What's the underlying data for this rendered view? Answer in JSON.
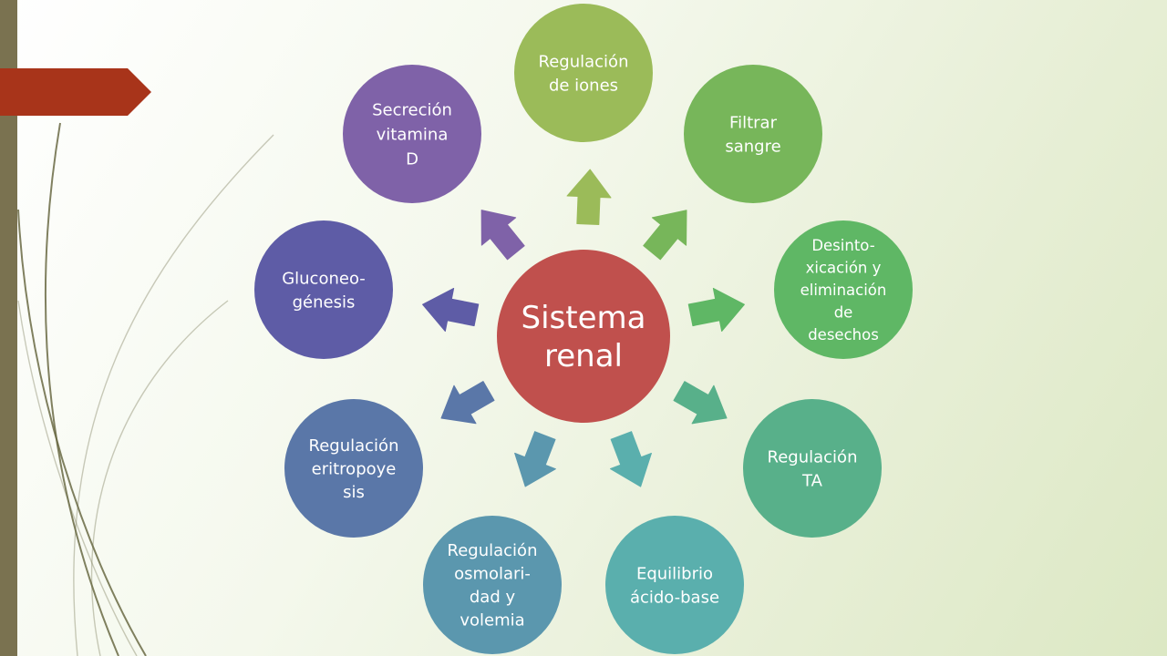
{
  "center": {
    "label_lines": [
      "Sistema",
      "renal"
    ],
    "color": "#c0504d"
  },
  "nodes": [
    {
      "id": "regulacion-iones",
      "label_lines": [
        "Regulación",
        "de iones"
      ],
      "color": "#9bbb59"
    },
    {
      "id": "filtrar-sangre",
      "label_lines": [
        "Filtrar",
        "sangre"
      ],
      "color": "#77b65a"
    },
    {
      "id": "desintoxicacion",
      "label_lines": [
        "Desinto-",
        "xicación y",
        "eliminación",
        "de",
        "desechos"
      ],
      "color": "#5fb765"
    },
    {
      "id": "regulacion-ta",
      "label_lines": [
        "Regulación",
        "TA"
      ],
      "color": "#58b08a"
    },
    {
      "id": "equilibrio-acido-base",
      "label_lines": [
        "Equilibrio",
        "ácido-base"
      ],
      "color": "#5aafad"
    },
    {
      "id": "regulacion-osmolaridad",
      "label_lines": [
        "Regulación",
        "osmolari-",
        "dad y",
        "volemia"
      ],
      "color": "#5b97ae"
    },
    {
      "id": "regulacion-eritropoyesis",
      "label_lines": [
        "Regulación",
        "eritropoye",
        "sis"
      ],
      "color": "#5a77a8"
    },
    {
      "id": "gluconeogenesis",
      "label_lines": [
        "Gluconeo-",
        "génesis"
      ],
      "color": "#5e5ca6"
    },
    {
      "id": "secrecion-vitamina-d",
      "label_lines": [
        "Secreción",
        "vitamina",
        "D"
      ],
      "color": "#7f62a8"
    }
  ],
  "decor": {
    "side_bar_color": "#7a7250",
    "tab_color": "#a8341a",
    "swoosh_color": "#6a6a44"
  }
}
